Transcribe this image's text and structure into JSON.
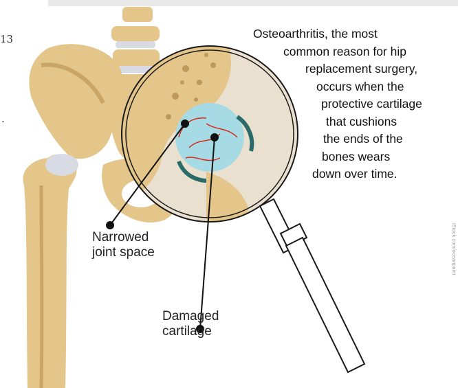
{
  "description_lines": [
    "Osteoarthritis, the most",
    "common reason for hip",
    "replacement surgery,",
    "occurs when the",
    "protective cartilage",
    "that cushions",
    "the ends of the",
    "bones wears",
    "down over time."
  ],
  "callouts": {
    "narrowed_line1": "Narrowed",
    "narrowed_line2": "joint space",
    "damaged_line1": "Damaged",
    "damaged_line2": "cartilage"
  },
  "edge_text": {
    "left_top": "13",
    "left_dot": "."
  },
  "credit": "iStock.com/oceanpaint",
  "colors": {
    "bone": "#e4c58a",
    "bone_shadow": "#c9a566",
    "disc": "#d8dbe3",
    "cartilage": "#a6dbe6",
    "damage": "#d62a16",
    "outline": "#1a1a1a"
  }
}
